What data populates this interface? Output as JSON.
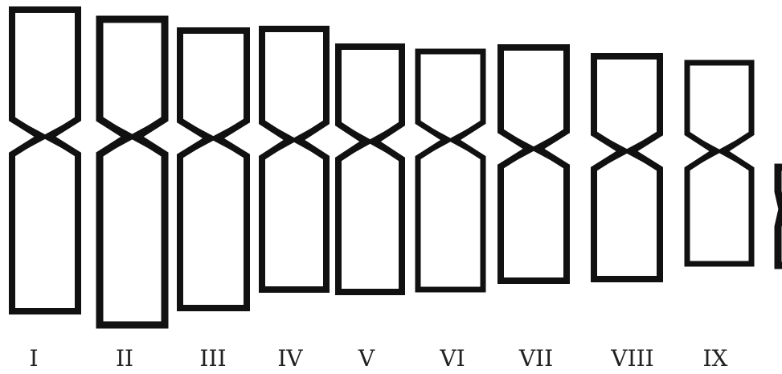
{
  "colors": {
    "outline": "#111111",
    "background": "#ffffff",
    "label": "#222222"
  },
  "chromosomes": [
    {
      "label": "I"
    },
    {
      "label": "II"
    },
    {
      "label": "III"
    },
    {
      "label": "IV"
    },
    {
      "label": "V"
    },
    {
      "label": "VI"
    },
    {
      "label": "VII"
    },
    {
      "label": "VIII"
    },
    {
      "label": "IX"
    },
    {
      "label": ""
    }
  ]
}
